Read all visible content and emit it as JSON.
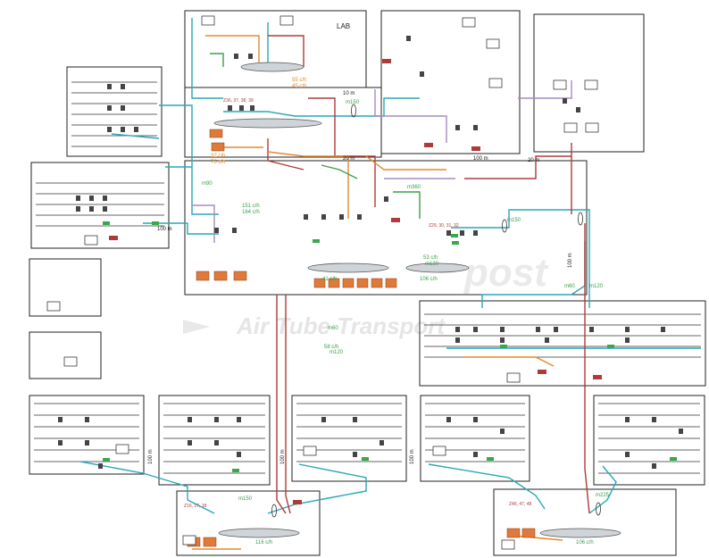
{
  "labels": {
    "lab": "LAB",
    "d10m": "10 m",
    "d20m_a": "20 m",
    "d20m_b": "20 m",
    "d100m_a": "100 m",
    "d100m_b": "100 m",
    "d100m_c": "100 m",
    "d100m_d": "100 m",
    "d100m_e": "100 m",
    "d100m_f": "100 m",
    "flow_top": "55 c/h",
    "flow_top_b": "45 c/h",
    "flow_mid_a": "32 c/h",
    "flow_mid_b": "76 c/h",
    "flow_mid_c": "151 c/h",
    "flow_mid_d": "164 c/h",
    "flow_41": "41 c/h",
    "flow_106": "106 c/h",
    "flow_53": "53 c/h",
    "flow_58": "58 c/h",
    "flow_116": "116 c/h",
    "flow_106b": "106 c/h",
    "m150_a": "m150",
    "m150_b": "m150",
    "m150_c": "m150",
    "m225": "m225",
    "m60_a": "m60",
    "m60_b": "m60",
    "m90": "m90",
    "m120_a": "m120",
    "m120_b": "m120",
    "m120_c": "m120",
    "m360": "m360",
    "z_a": "Z36, 37, 38, 39",
    "z_b": "Z29, 30, 31, 32",
    "z_c": "Z16, 17, 18",
    "z_d": "Z46, 47, 48",
    "watermark_main": "Air Tube Transport",
    "watermark_post": "post"
  },
  "colors": {
    "cyan": "#2aa7b8",
    "red": "#b03a3a",
    "orange": "#e08a2e",
    "purple": "#a58bc0",
    "green": "#3aa048",
    "node_green": "#39a84a",
    "station": "#e07a3a",
    "box_line": "#222222",
    "watermark": "#e3e3e3"
  }
}
